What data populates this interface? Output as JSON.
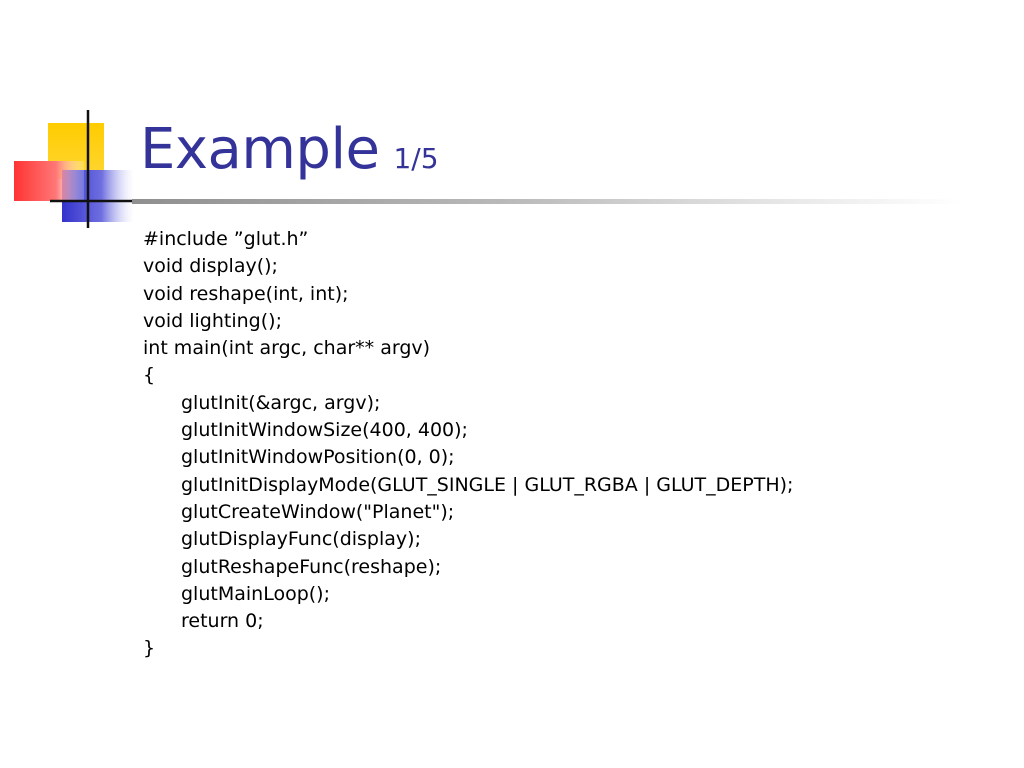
{
  "slide": {
    "title": "Example",
    "page": "1/5"
  },
  "code_lines": [
    {
      "text": "#include ”glut.h”",
      "indent": 0
    },
    {
      "text": "void display();",
      "indent": 0
    },
    {
      "text": "void reshape(int, int);",
      "indent": 0
    },
    {
      "text": "void lighting();",
      "indent": 0
    },
    {
      "text": "int main(int argc, char** argv)",
      "indent": 0
    },
    {
      "text": "{",
      "indent": 0
    },
    {
      "text": "glutInit(&argc, argv);",
      "indent": 1
    },
    {
      "text": "glutInitWindowSize(400, 400);",
      "indent": 1
    },
    {
      "text": "glutInitWindowPosition(0, 0);",
      "indent": 1
    },
    {
      "text": "glutInitDisplayMode(GLUT_SINGLE | GLUT_RGBA | GLUT_DEPTH);",
      "indent": 1
    },
    {
      "text": "glutCreateWindow(\"Planet\");",
      "indent": 1
    },
    {
      "text": "glutDisplayFunc(display);",
      "indent": 1
    },
    {
      "text": "glutReshapeFunc(reshape);",
      "indent": 1
    },
    {
      "text": "glutMainLoop();",
      "indent": 1
    },
    {
      "text": "return 0;",
      "indent": 1
    },
    {
      "text": "}",
      "indent": 0
    }
  ],
  "colors": {
    "title": "#333399",
    "logo_yellow": "#ffcc00",
    "logo_red": "#ff3333",
    "logo_blue": "#3333cc"
  }
}
